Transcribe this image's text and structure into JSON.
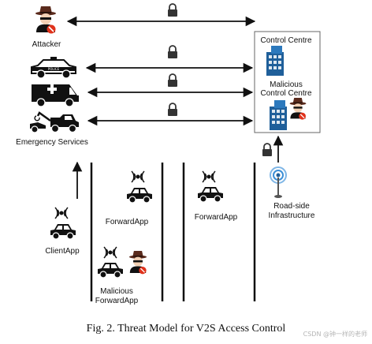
{
  "labels": {
    "attacker": "Attacker",
    "emergency_services": "Emergency Services",
    "control_centre": "Control Centre",
    "malicious_control_centre_1": "Malicious",
    "malicious_control_centre_2": "Control Centre",
    "road_side_1": "Road-side",
    "road_side_2": "Infrastructure",
    "client_app": "ClientApp",
    "forward_app_1": "ForwardApp",
    "forward_app_2": "ForwardApp",
    "malicious_forward_app_1": "Malicious",
    "malicious_forward_app_2": "ForwardApp",
    "police_text": "POLICE"
  },
  "caption": "Fig. 2.  Threat Model for V2S Access Control",
  "watermark": "CSDN @钟一样的老师"
}
